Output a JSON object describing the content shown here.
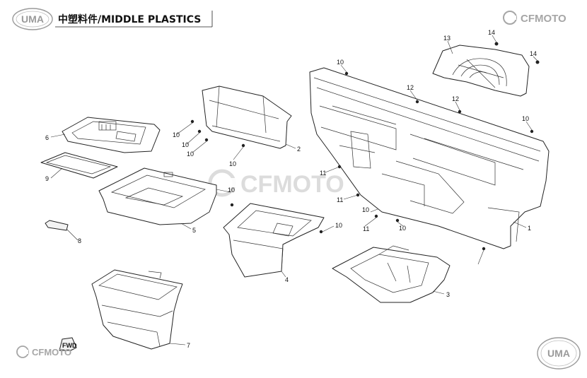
{
  "header": {
    "brand_left": "UMA",
    "title": "中塑料件/MIDDLE PLASTICS",
    "brand_right": "CFMOTO"
  },
  "watermark": {
    "text": "CFMOTO"
  },
  "footer": {
    "brand_left": "CFMOTO",
    "fwd_label": "FWD",
    "brand_right": "UMA"
  },
  "callouts": {
    "c1": "1",
    "c2": "2",
    "c3": "3",
    "c4": "4",
    "c5": "5",
    "c6": "6",
    "c7": "7",
    "c8": "8",
    "c9": "9",
    "c10a": "10",
    "c10b": "10",
    "c10c": "10",
    "c10d": "10",
    "c10e": "10",
    "c10f": "10",
    "c10g": "10",
    "c10h": "10",
    "c10i": "10",
    "c10j": "10",
    "c11a": "11",
    "c11b": "11",
    "c11c": "11",
    "c12a": "12",
    "c12b": "12",
    "c13": "13",
    "c14a": "14",
    "c14b": "14"
  },
  "colors": {
    "line": "#222222",
    "watermark": "#d9d9d9",
    "logo": "#9a9a9a"
  }
}
